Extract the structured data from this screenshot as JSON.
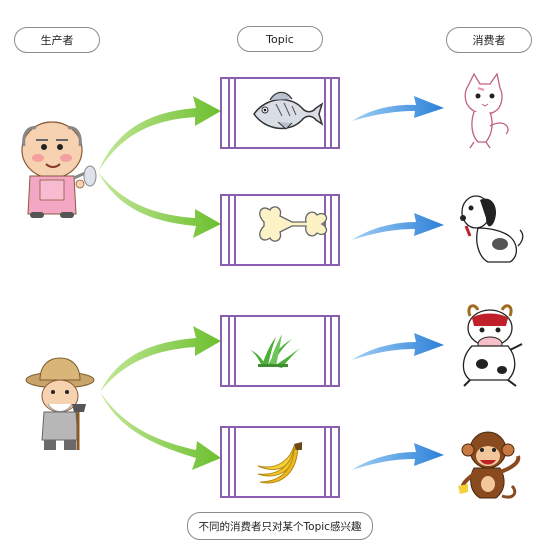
{
  "labels": {
    "producer": "生产者",
    "topic": "Topic",
    "consumer": "消费者",
    "caption": "不同的消费者只对某个Topic感兴趣"
  },
  "topics": [
    {
      "name": "fish-icon"
    },
    {
      "name": "bone-icon"
    },
    {
      "name": "grass-icon"
    },
    {
      "name": "banana-icon"
    }
  ],
  "consumers": [
    {
      "name": "cat-icon"
    },
    {
      "name": "dog-icon"
    },
    {
      "name": "cow-icon"
    },
    {
      "name": "monkey-icon"
    }
  ],
  "producers": [
    {
      "name": "old-man-icon"
    },
    {
      "name": "farmer-icon"
    }
  ],
  "colors": {
    "topic_border": "#8a5fb0",
    "green_arrow": "#7ec63e",
    "blue_arrow": "#2f86dd"
  }
}
